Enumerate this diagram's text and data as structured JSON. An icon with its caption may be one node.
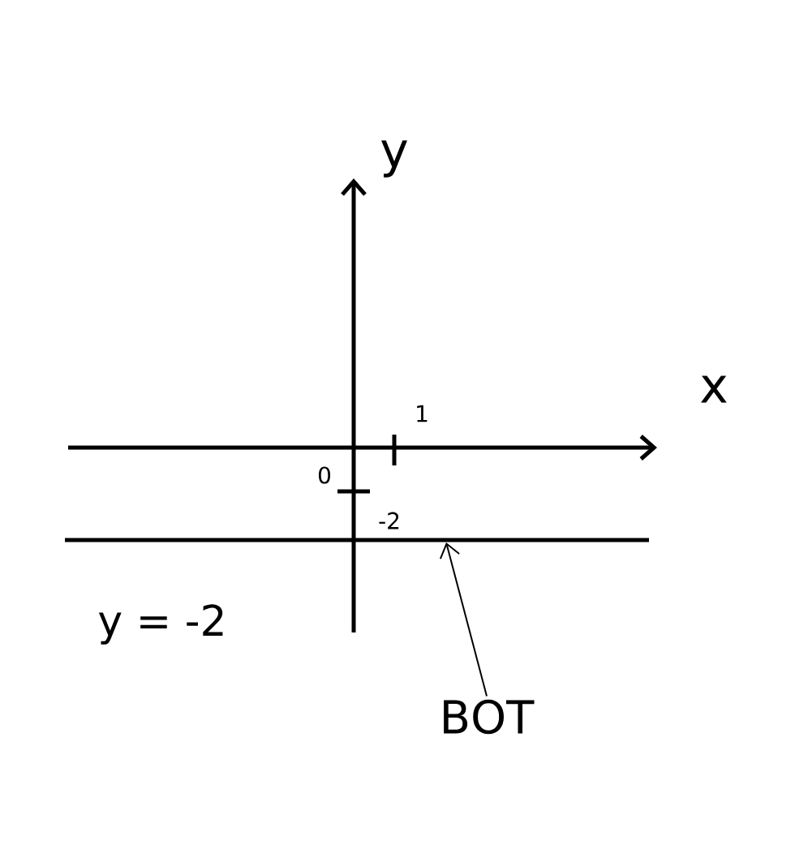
{
  "diagram": {
    "nodes": [
      {
        "text": [
          "ВОТ"
        ]
      },
      {
        "text": [],
        "shape": "line"
      }
    ],
    "edges": [
      {
        "from": 0,
        "to": 1,
        "arrow": "to"
      }
    ],
    "labels": [
      "y",
      "x",
      "1",
      "0",
      "-2",
      "y = -2"
    ]
  }
}
